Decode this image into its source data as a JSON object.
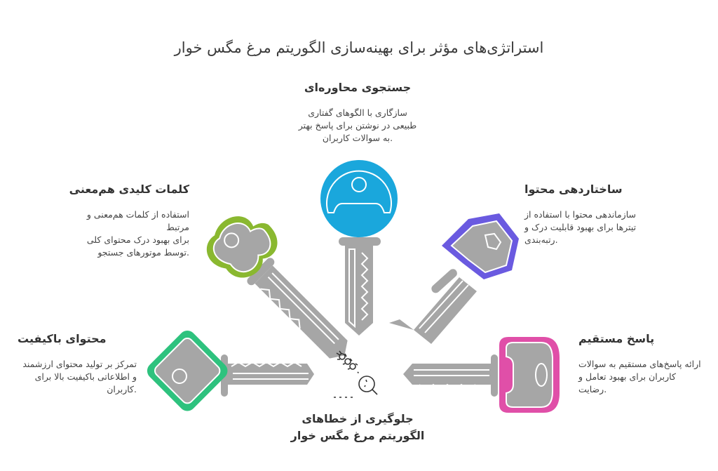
{
  "title": "استراتژی‌های مؤثر برای بهینه‌سازی الگوریتم مرغ مگس خوار",
  "colors": {
    "blue": "#1aa7dc",
    "green": "#8ab830",
    "purple": "#6a5ae0",
    "teal": "#2ec27e",
    "pink": "#e04fa8",
    "key_gray": "#a6a6a6"
  },
  "center": {
    "icon": "bug-search-icon",
    "line1": "جلوگیری از خطاهای",
    "line2": "الگوریتم مرغ مگس خوار"
  },
  "items": [
    {
      "id": "conversational",
      "heading": "جستجوی محاوره‌ای",
      "lines": [
        "سازگاری با الگوهای گفتاری",
        "طبیعی در نوشتن برای پاسخ بهتر",
        ".به سوالات کاربران"
      ],
      "color": "blue"
    },
    {
      "id": "synonyms",
      "heading": "کلمات کلیدی هم‌معنی",
      "lines": [
        "استفاده از کلمات هم‌معنی و مرتبط",
        "برای بهبود درک محتوای کلی",
        ".توسط موتورهای جستجو"
      ],
      "color": "green"
    },
    {
      "id": "structuring",
      "heading": "ساختاردهی محتوا",
      "lines": [
        "سازماندهی محتوا با استفاده از",
        "تیترها برای بهبود قابلیت درک و",
        ".رتبه‌بندی"
      ],
      "color": "purple"
    },
    {
      "id": "quality",
      "heading": "محتوای باکیفیت",
      "lines": [
        "تمرکز بر تولید محتوای ارزشمند",
        "و اطلاعاتی باکیفیت بالا برای",
        ".کاربران"
      ],
      "color": "teal"
    },
    {
      "id": "direct",
      "heading": "پاسخ مستقیم",
      "lines": [
        "ارائه پاسخ‌های مستقیم به سوالات",
        "کاربران برای بهبود تعامل و",
        ".رضایت"
      ],
      "color": "pink"
    }
  ]
}
